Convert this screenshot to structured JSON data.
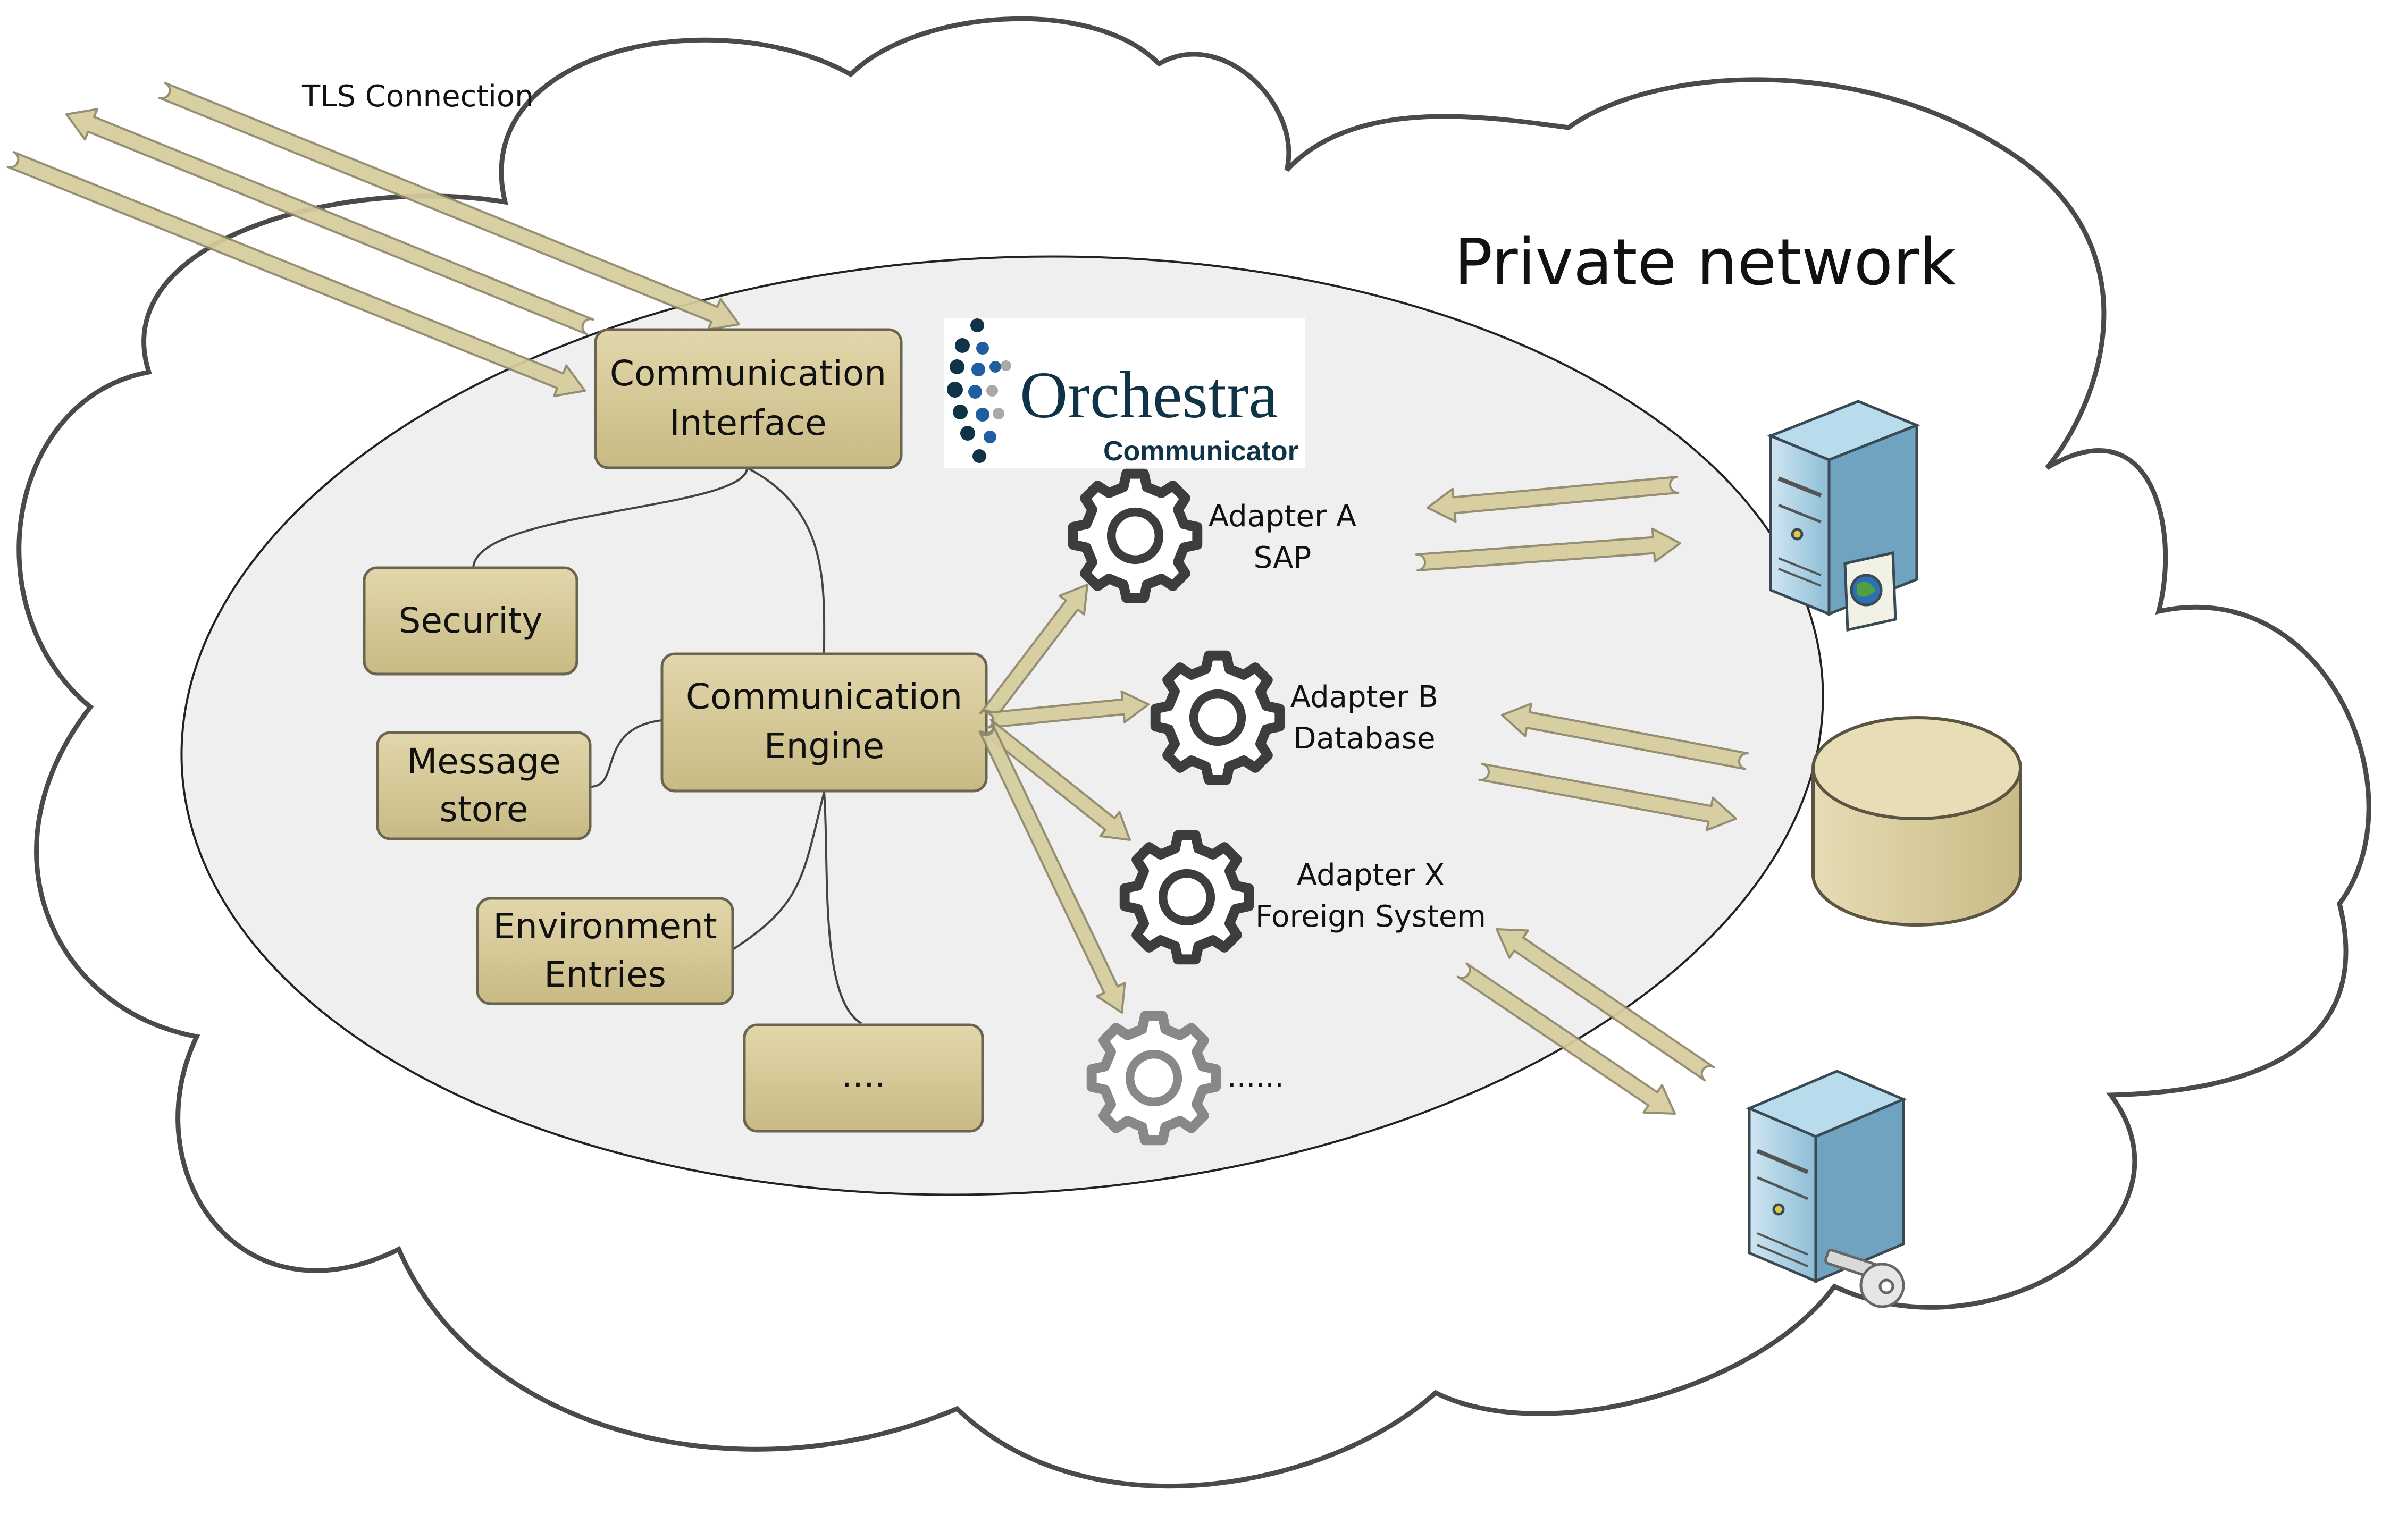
{
  "title": "Private network",
  "tls_label": "TLS Connection",
  "logo": {
    "name": "Orchestra",
    "sub": "Communicator"
  },
  "boxes": {
    "comm_interface": [
      "Communication",
      "Interface"
    ],
    "security": [
      "Security"
    ],
    "comm_engine": [
      "Communication",
      "Engine"
    ],
    "message_store": [
      "Message",
      "store"
    ],
    "environment": [
      "Environment",
      "Entries"
    ],
    "more": [
      "...."
    ]
  },
  "adapters": {
    "a": [
      "Adapter A",
      "SAP"
    ],
    "b": [
      "Adapter B",
      "Database"
    ],
    "x": [
      "Adapter X",
      "Foreign System"
    ],
    "more": "......"
  },
  "colors": {
    "box_fill": "#d5c896",
    "box_stroke": "#6b6450",
    "arrow_fill": "#d6cc9c",
    "arrow_stroke": "#8f876a",
    "cloud_stroke": "#4a4a4a",
    "ellipse_fill": "#efefef",
    "gear": "#3d3d3d",
    "gear_light": "#888888",
    "logo_dark": "#0f3347",
    "logo_blue": "#1f5fa0",
    "server_blue": "#8dbdd6"
  }
}
